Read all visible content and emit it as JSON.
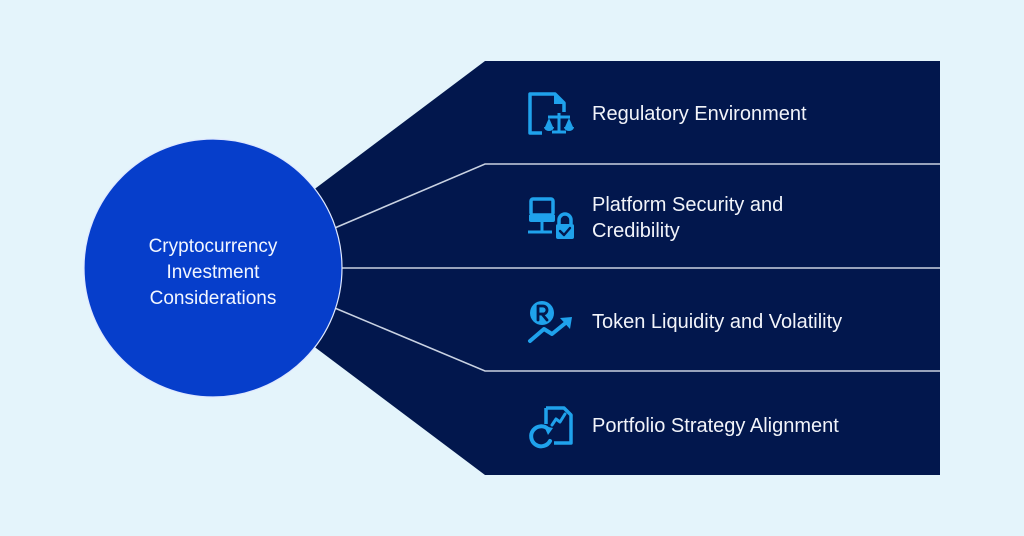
{
  "colors": {
    "background": "#e4f4fb",
    "panel": "#02174d",
    "hub": "#063ecb",
    "icon": "#1fa2ec",
    "divider": "#c9d2e2",
    "text": "#f2f4fa"
  },
  "hub": {
    "lines": [
      "Cryptocurrency",
      "Investment",
      "Considerations"
    ]
  },
  "items": [
    {
      "icon": "document-scales-icon",
      "lines": [
        "Regulatory Environment"
      ]
    },
    {
      "icon": "computer-lock-icon",
      "lines": [
        "Platform Security and",
        "Credibility"
      ]
    },
    {
      "icon": "token-trend-up-icon",
      "lines": [
        "Token Liquidity and Volatility"
      ]
    },
    {
      "icon": "document-chart-refresh-icon",
      "lines": [
        "Portfolio Strategy Alignment"
      ]
    }
  ]
}
